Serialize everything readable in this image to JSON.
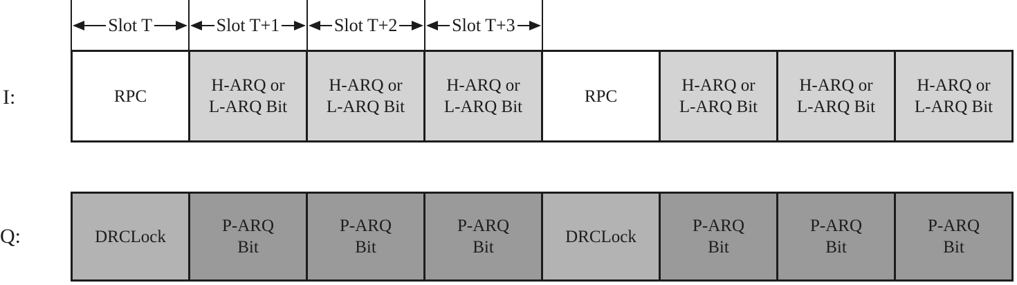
{
  "slots": [
    {
      "label": "Slot T"
    },
    {
      "label": "Slot T+1"
    },
    {
      "label": "Slot T+2"
    },
    {
      "label": "Slot T+3"
    }
  ],
  "rows": {
    "i": {
      "label": "I:",
      "cells": [
        {
          "text": "RPC"
        },
        {
          "text": "H-ARQ or\nL-ARQ Bit"
        },
        {
          "text": "H-ARQ or\nL-ARQ Bit"
        },
        {
          "text": "H-ARQ or\nL-ARQ Bit"
        },
        {
          "text": "RPC"
        },
        {
          "text": "H-ARQ or\nL-ARQ Bit"
        },
        {
          "text": "H-ARQ or\nL-ARQ Bit"
        },
        {
          "text": "H-ARQ or\nL-ARQ Bit"
        }
      ]
    },
    "q": {
      "label": "Q:",
      "cells": [
        {
          "text": "DRCLock"
        },
        {
          "text": "P-ARQ\nBit"
        },
        {
          "text": "P-ARQ\nBit"
        },
        {
          "text": "P-ARQ\nBit"
        },
        {
          "text": "DRCLock"
        },
        {
          "text": "P-ARQ\nBit"
        },
        {
          "text": "P-ARQ\nBit"
        },
        {
          "text": "P-ARQ\nBit"
        }
      ]
    }
  },
  "colors": {
    "cell_white": "#ffffff",
    "cell_light": "#d3d3d3",
    "cell_mid": "#b3b3b3",
    "cell_dark": "#9a9a9a",
    "border": "#1c1c1c",
    "text": "#1c1c1c",
    "background": "#ffffff"
  }
}
